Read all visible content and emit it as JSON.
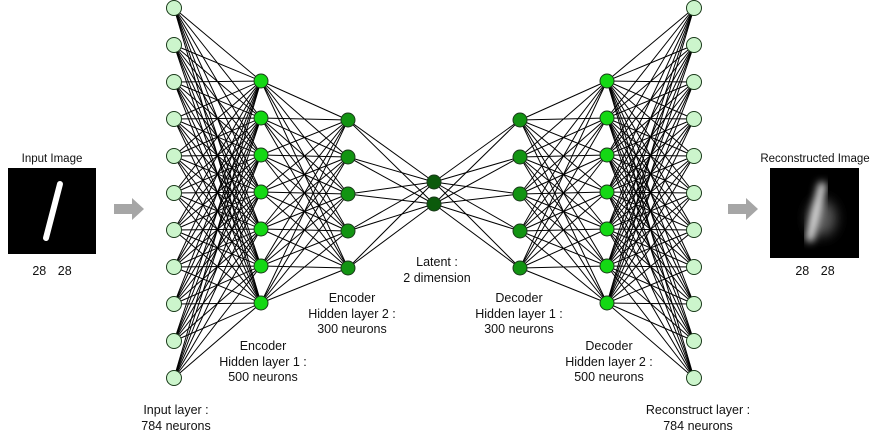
{
  "input_image": {
    "title": "Input Image",
    "dims": "28  28"
  },
  "output_image": {
    "title": "Reconstructed Image",
    "dims": "28  28"
  },
  "layers": [
    {
      "id": "input",
      "label": [
        "Input layer :",
        "784 neurons"
      ],
      "nodes": 11,
      "fill": "#ccf5cc"
    },
    {
      "id": "enc1",
      "label": [
        "Encoder",
        "Hidden layer 1 :",
        "500 neurons"
      ],
      "nodes": 7,
      "fill": "#14d814"
    },
    {
      "id": "enc2",
      "label": [
        "Encoder",
        "Hidden layer 2 :",
        "300 neurons"
      ],
      "nodes": 5,
      "fill": "#129412"
    },
    {
      "id": "latent",
      "label": [
        "Latent :",
        "2 dimension"
      ],
      "nodes": 2,
      "fill": "#0b5a0b"
    },
    {
      "id": "dec1",
      "label": [
        "Decoder",
        "Hidden layer 1 :",
        "300 neurons"
      ],
      "nodes": 5,
      "fill": "#129412"
    },
    {
      "id": "dec2",
      "label": [
        "Decoder",
        "Hidden layer 2 :",
        "500 neurons"
      ],
      "nodes": 7,
      "fill": "#14d814"
    },
    {
      "id": "output",
      "label": [
        "Reconstruct layer :",
        "784 neurons"
      ],
      "nodes": 11,
      "fill": "#ccf5cc"
    }
  ],
  "colors": {
    "edge": "#000000",
    "arrow": "#a6a6a6",
    "node_stroke": "#1a3a1a"
  }
}
